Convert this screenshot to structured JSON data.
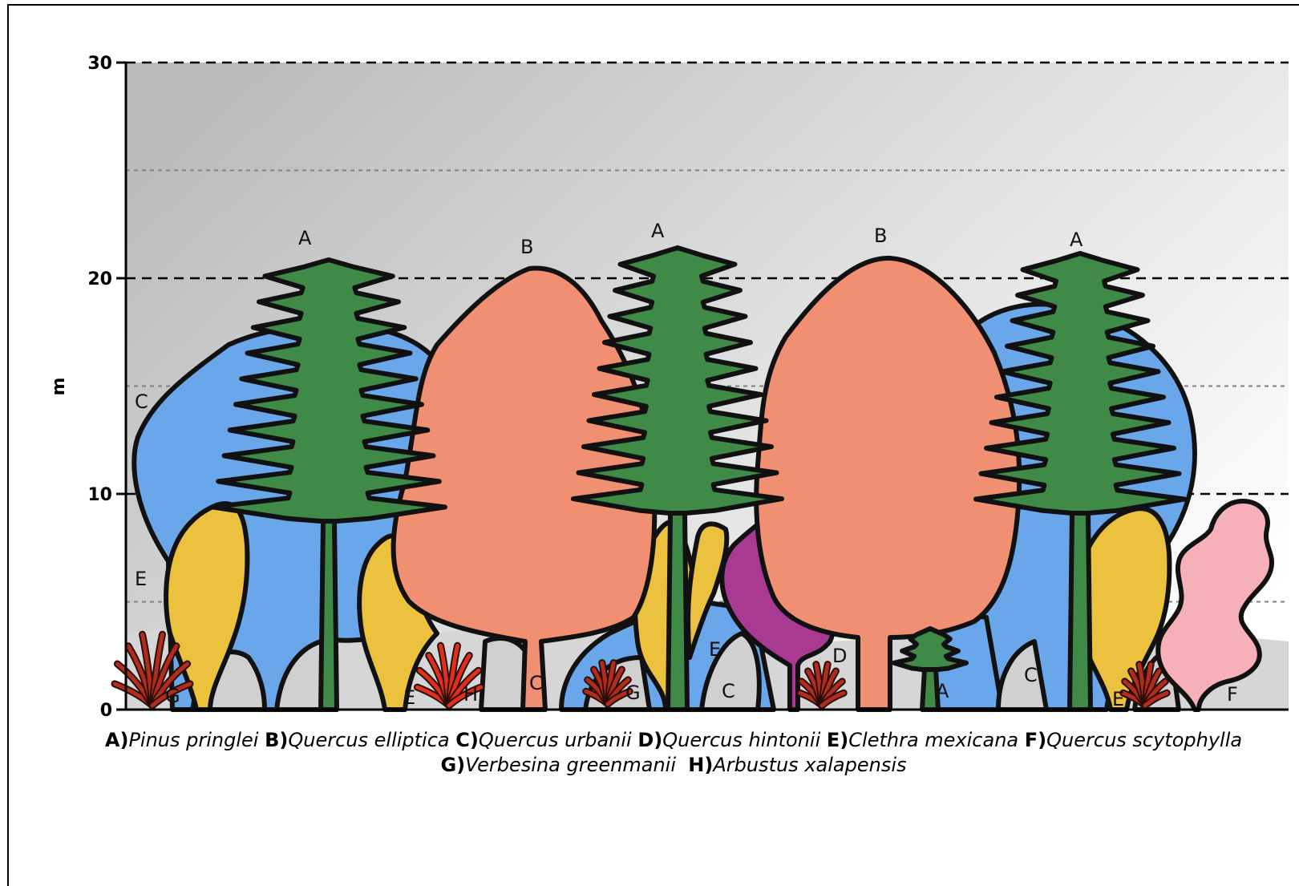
{
  "chart": {
    "ylabel": "m",
    "ylim": [
      0,
      30
    ],
    "yticks": [
      "0",
      "10",
      "20",
      "30"
    ],
    "major_lines": [
      10,
      20,
      30
    ],
    "minor_lines": [
      5,
      15,
      25
    ]
  },
  "colors": {
    "A": "#3f8a47",
    "B": "#f08f72",
    "C": "#6aa6ea",
    "D": "#a83a93",
    "E": "#ecc13e",
    "F": "#f6b0b8",
    "G": "#b02d1d",
    "H": "#e0301c"
  },
  "labels": {
    "a1": "A",
    "a2": "A",
    "a3": "A",
    "a4": "A",
    "b1": "B",
    "b2": "B",
    "c1": "C",
    "c2": "C",
    "c3": "C",
    "c4": "C",
    "d1": "D",
    "e1": "E",
    "e2": "E",
    "e3": "E",
    "e4": "E",
    "f1": "F",
    "g1": "G",
    "g2": "G",
    "h1": "H"
  },
  "legend": [
    {
      "key": "A)",
      "name": "Pinus pringlei"
    },
    {
      "key": "B)",
      "name": "Quercus elliptica"
    },
    {
      "key": "C)",
      "name": "Quercus urbanii"
    },
    {
      "key": "D)",
      "name": "Quercus hintonii"
    },
    {
      "key": "E)",
      "name": "Clethra mexicana"
    },
    {
      "key": "F)",
      "name": "Quercus scytophylla"
    },
    {
      "key": "G)",
      "name": "Verbesina greenmanii"
    },
    {
      "key": "H)",
      "name": "Arbustus xalapensis"
    }
  ]
}
